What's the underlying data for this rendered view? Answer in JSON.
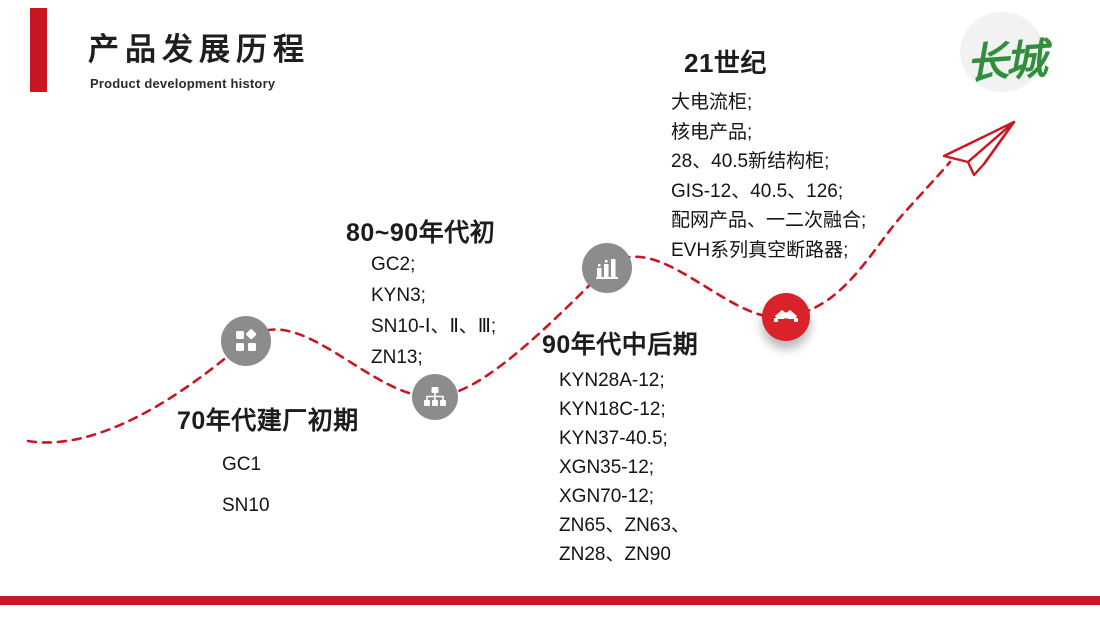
{
  "slide": {
    "title": "产品发展历程",
    "subtitle": "Product development history",
    "logo_text": "长城"
  },
  "milestones": [
    {
      "title": "70年代建厂初期",
      "icon": "grid-squares-icon",
      "items": [
        "GC1",
        "SN10"
      ]
    },
    {
      "title": "80~90年代初",
      "icon": "org-chart-icon",
      "items": [
        "GC2;",
        "KYN3;",
        "SN10-Ⅰ、Ⅱ、Ⅲ;",
        "ZN13;"
      ]
    },
    {
      "title": "90年代中后期",
      "icon": "factory-icon",
      "items": [
        "KYN28A-12;",
        "KYN18C-12;",
        "KYN37-40.5;",
        "XGN35-12;",
        "XGN70-12;",
        "ZN65、ZN63、",
        "ZN28、ZN90"
      ]
    },
    {
      "title": "21世纪",
      "icon": "handshake-icon",
      "items": [
        "大电流柜;",
        "核电产品;",
        "28、40.5新结构柜;",
        "GIS-12、40.5、126;",
        "配网产品、一二次融合;",
        "EVH系列真空断路器;"
      ]
    }
  ],
  "colors": {
    "accent_red": "#C81623",
    "node_red": "#D8232A",
    "node_gray": "#8C8C8C",
    "logo_green": "#2F8F3C"
  }
}
